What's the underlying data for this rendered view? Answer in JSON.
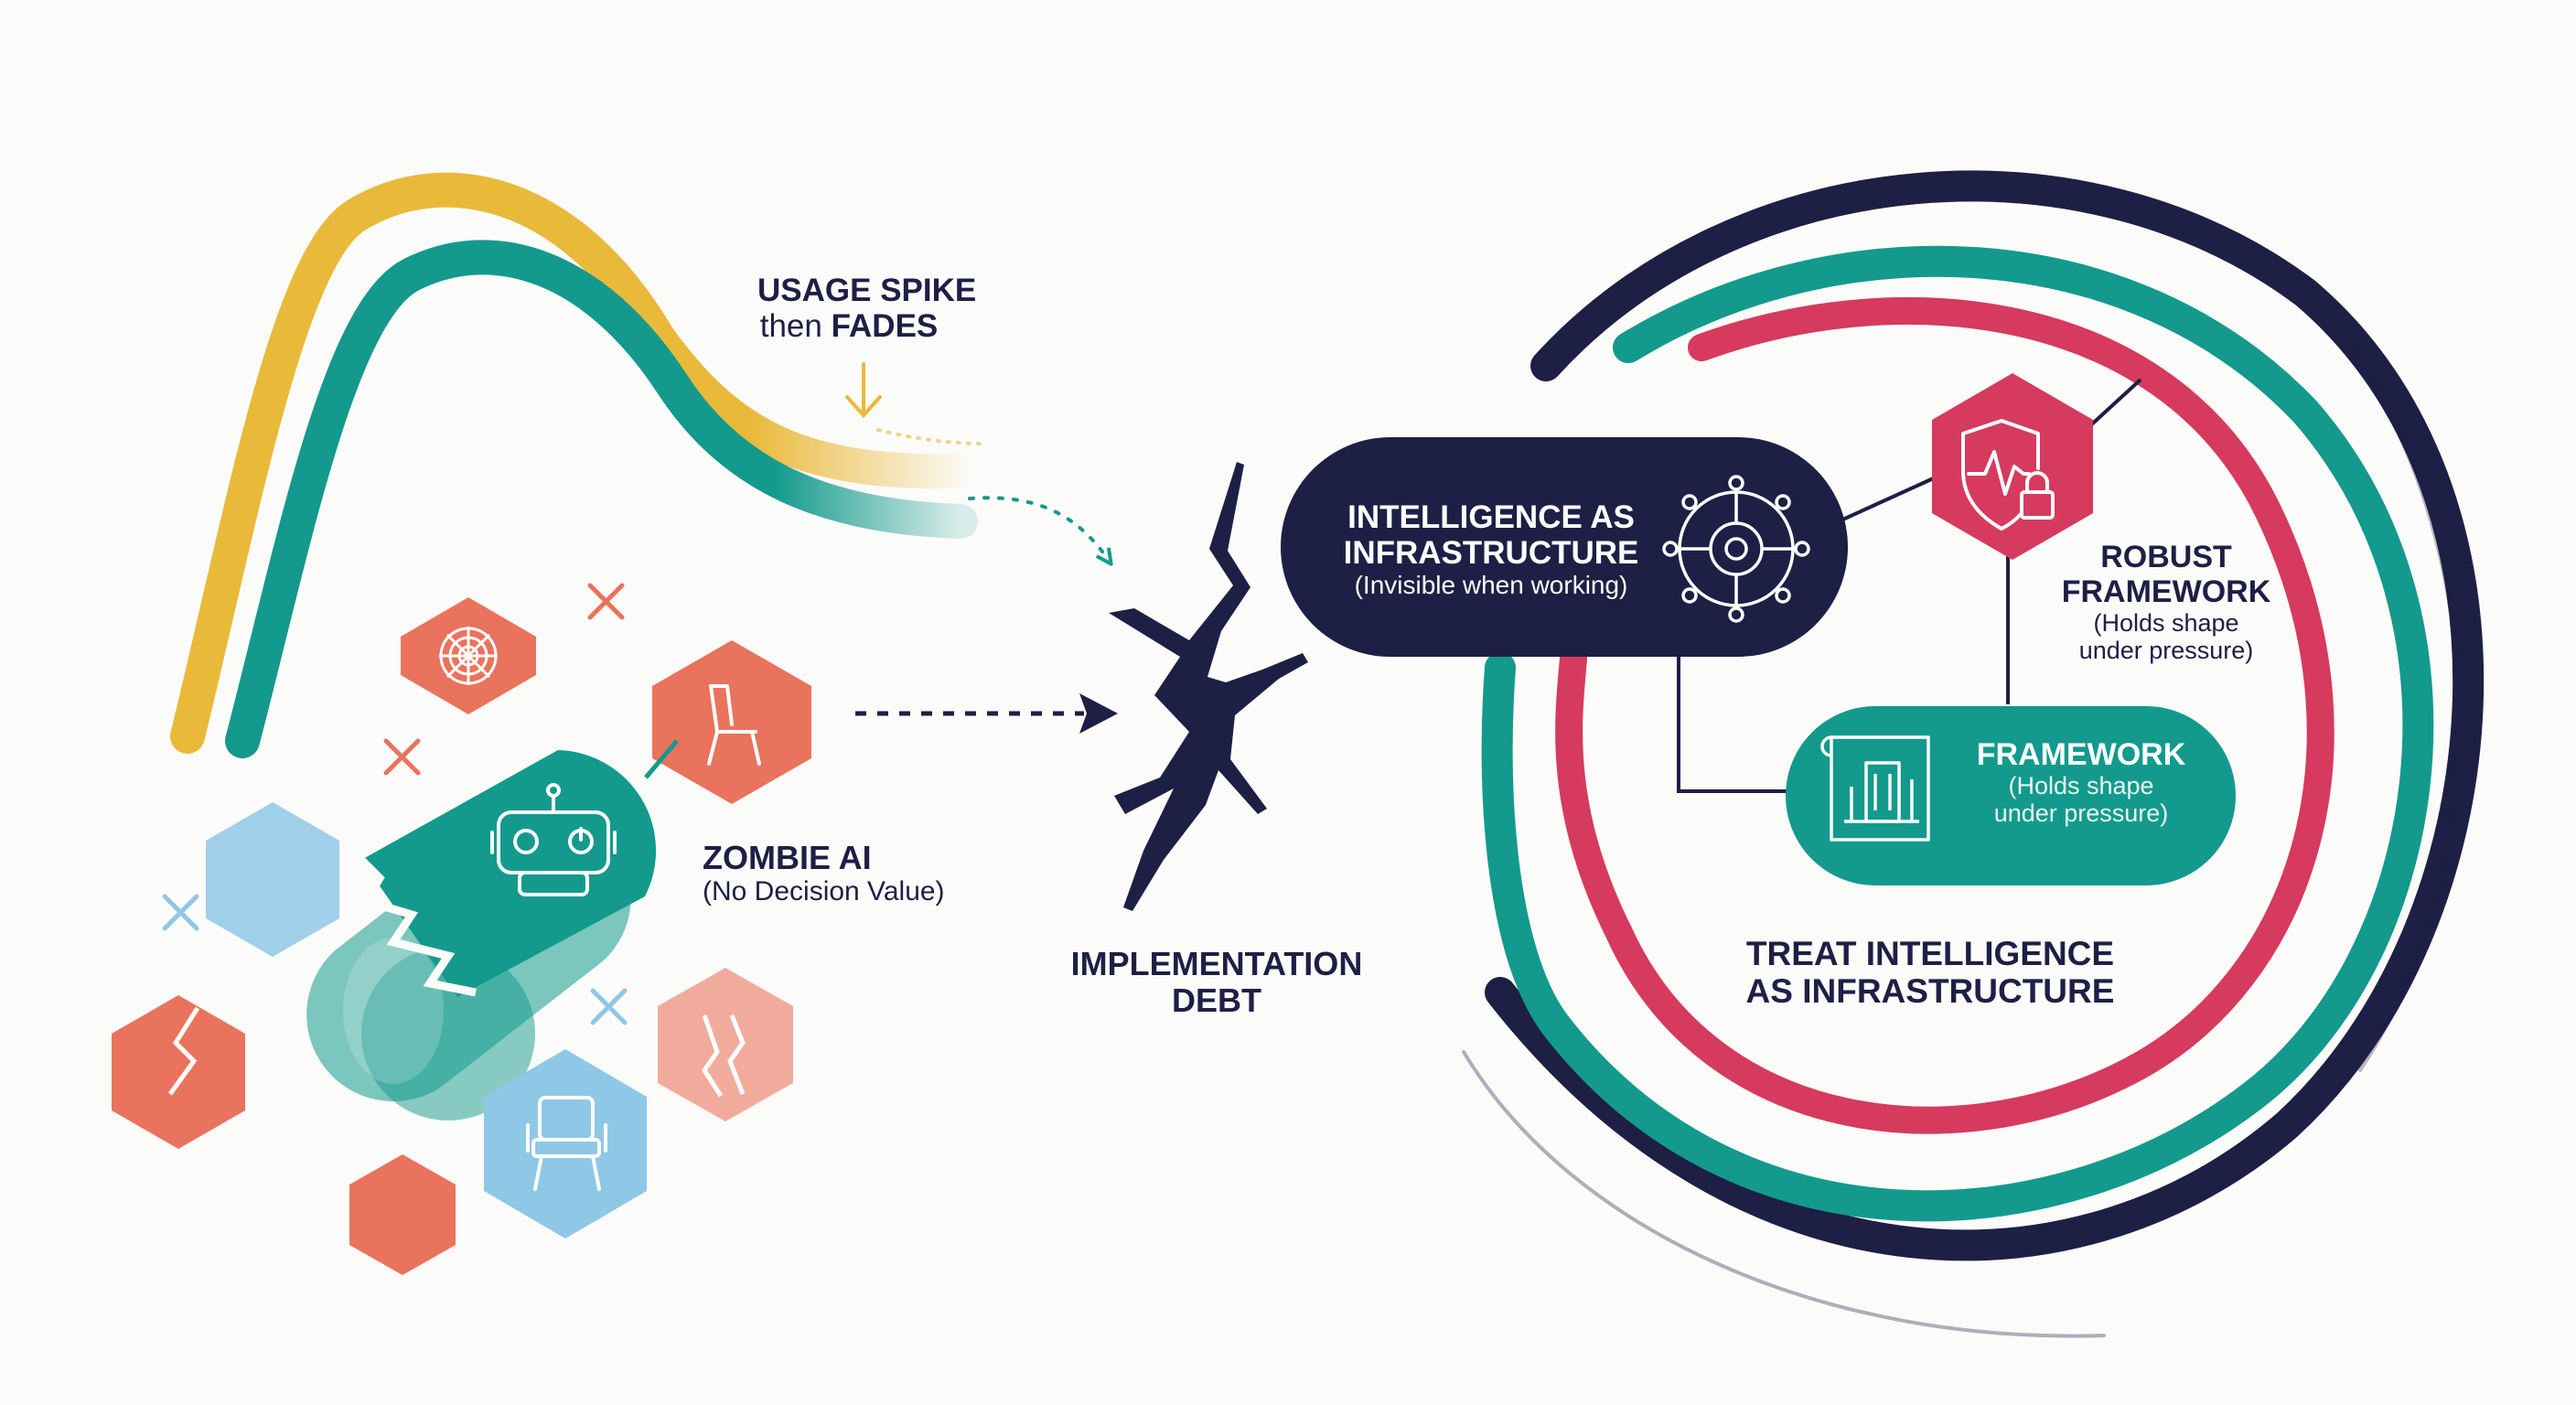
{
  "usage_spike": {
    "line1": "USAGE SPIKE",
    "line2_prefix": "then",
    "line2_emph": "FADES"
  },
  "zombie": {
    "title": "ZOMBIE AI",
    "subtitle": "(No Decision Value)"
  },
  "implementation_debt": {
    "line1": "IMPLEMENTATION",
    "line2": "DEBT"
  },
  "intelligence_pill": {
    "line1": "INTELLIGENCE AS",
    "line2": "INFRASTRUCTURE",
    "line3": "(Invisible when working)"
  },
  "robust_framework": {
    "line1": "ROBUST",
    "line2": "FRAMEWORK",
    "line3": "(Holds shape",
    "line4": "under pressure)"
  },
  "framework_pill": {
    "line1": "FRAMEWORK",
    "line2": "(Holds shape",
    "line3": "under pressure)"
  },
  "treat": {
    "line1": "TREAT INTELLIGENCE",
    "line2": "AS INFRASTRUCTURE"
  },
  "icons": [
    "spiderweb-icon",
    "chair-icon",
    "robot-icon",
    "broken-chair-icon",
    "crack-icon",
    "gear-network-icon",
    "shield-heartbeat-lock-icon",
    "blueprint-building-icon"
  ],
  "colors": {
    "navy": "#1d1f45",
    "teal": "#139a8c",
    "yellow": "#e9b93a",
    "crimson": "#d63a5e",
    "coral": "#e9735c",
    "light_blue": "#8fc7e6",
    "pale_coral": "#f1ab9d"
  }
}
